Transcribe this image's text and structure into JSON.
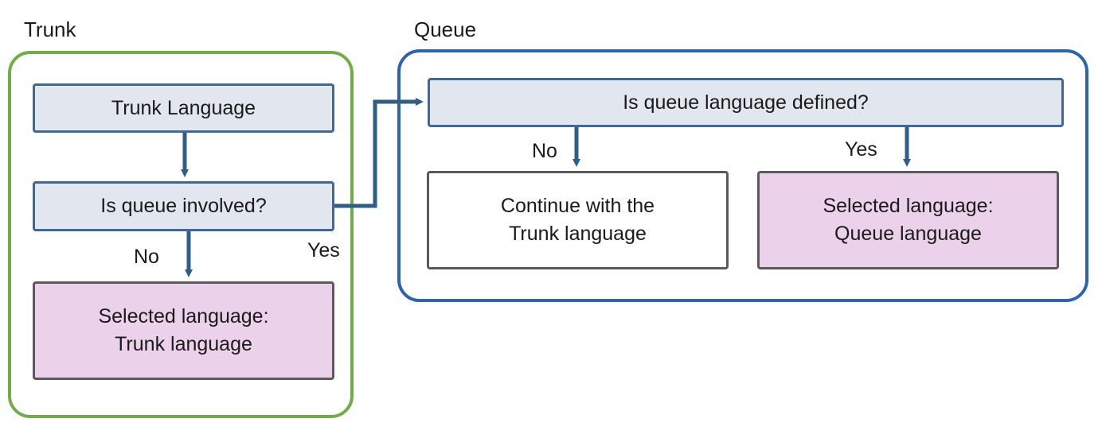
{
  "colors": {
    "trunk_border": "#70ad47",
    "queue_border": "#2e64ad",
    "process_fill": "#e2e7ef",
    "process_border": "#3d6898",
    "result_fill": "#ecd1ea",
    "neutral_border": "#5a5a5a",
    "arrow": "#2f5f86"
  },
  "groups": {
    "trunk": {
      "label": "Trunk"
    },
    "queue": {
      "label": "Queue"
    }
  },
  "nodes": {
    "trunk_language": "Trunk Language",
    "is_queue_involved": "Is queue involved?",
    "selected_trunk": "Selected language:\nTrunk language",
    "is_queue_language_defined": "Is queue language defined?",
    "continue_trunk": "Continue with the\nTrunk language",
    "selected_queue": "Selected language:\nQueue language"
  },
  "edges": {
    "involved_no": "No",
    "involved_yes": "Yes",
    "defined_no": "No",
    "defined_yes": "Yes"
  }
}
